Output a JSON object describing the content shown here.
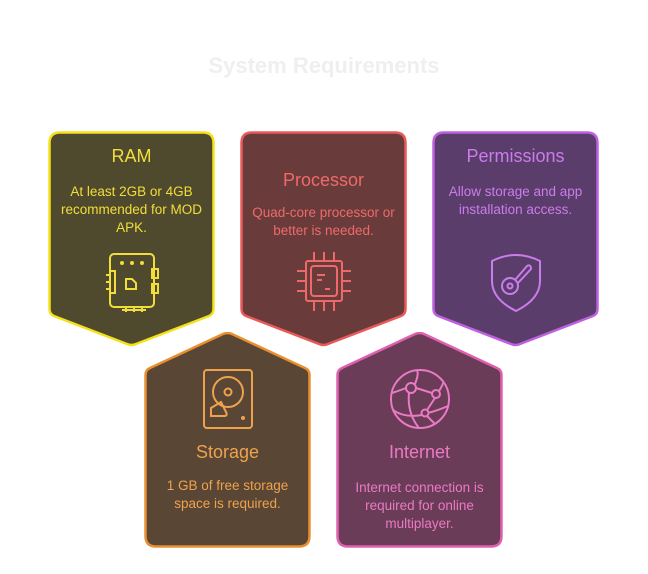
{
  "title": "System Requirements",
  "cards": [
    {
      "name": "RAM",
      "desc": "At least 2GB or 4GB recommended for MOD APK.",
      "icon": "memory-chip-icon",
      "fill": "#4f4a2e",
      "stroke": "#f5e11a",
      "text": "#f2de3a"
    },
    {
      "name": "Processor",
      "desc": "Quad-core processor or better is needed.",
      "icon": "cpu-icon",
      "fill": "#6a3b3b",
      "stroke": "#e85a5a",
      "text": "#ee6a6a"
    },
    {
      "name": "Permissions",
      "desc": "Allow storage and app installation access.",
      "icon": "shield-key-icon",
      "fill": "#5b3d6b",
      "stroke": "#c060e0",
      "text": "#cb7ceb"
    },
    {
      "name": "Storage",
      "desc": "1 GB of free storage space is required.",
      "icon": "hard-drive-icon",
      "fill": "#5a4634",
      "stroke": "#e89030",
      "text": "#eea24e"
    },
    {
      "name": "Internet",
      "desc": "Internet connection is required for online multiplayer.",
      "icon": "globe-network-icon",
      "fill": "#6a3c58",
      "stroke": "#e060b0",
      "text": "#ea7ac4"
    }
  ]
}
